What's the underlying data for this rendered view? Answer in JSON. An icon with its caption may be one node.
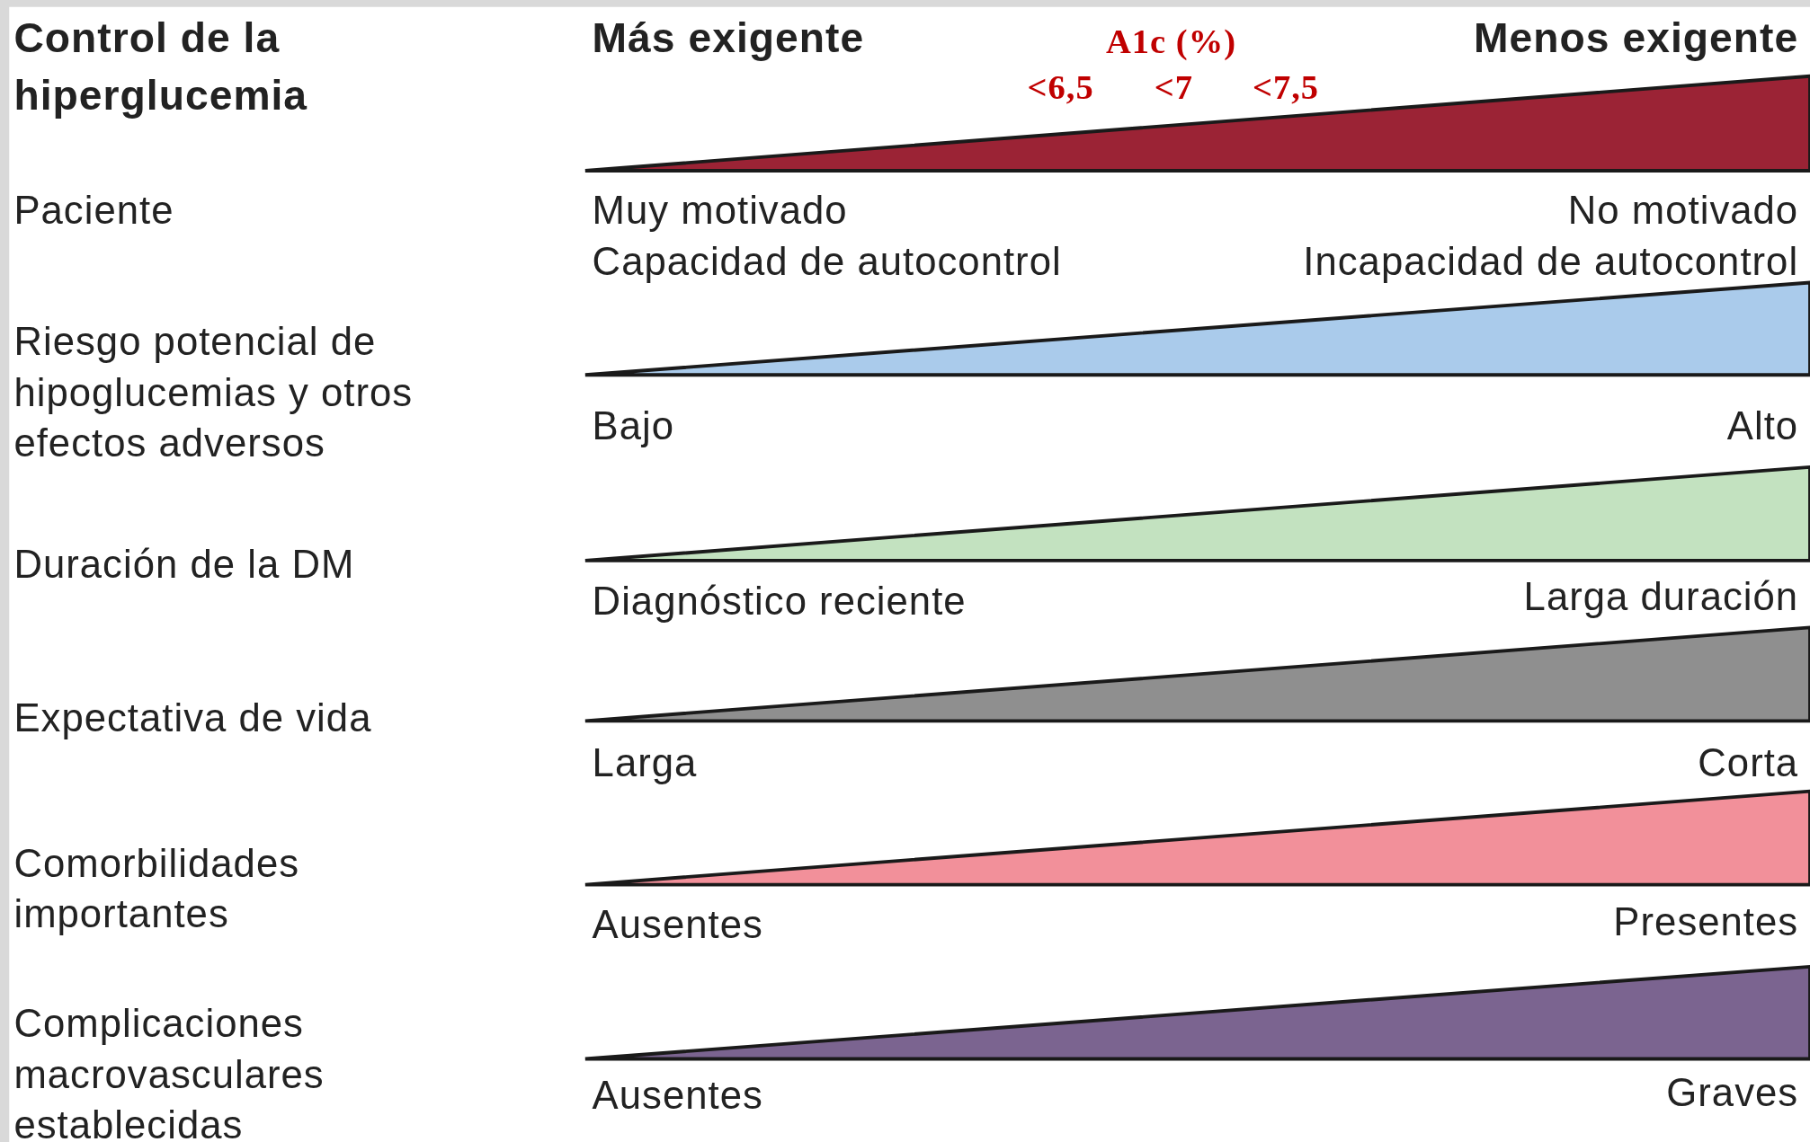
{
  "diagram": {
    "labels": [
      "Control de la hiperglucemia",
      "Más exigente",
      "A1c (%)",
      "Menos exigente",
      "<6,5",
      "<7",
      "<7,5",
      "Paciente",
      "Muy motivado",
      "No motivado",
      "Capacidad de autocontrol",
      "Incapacidad de autocontrol",
      "Riesgo potencial de hipoglucemias y otros efectos adversos",
      "Bajo",
      "Alto",
      "Duración de la DM",
      "Diagnóstico reciente",
      "Larga duración",
      "Expectativa de vida",
      "Larga",
      "Corta",
      "Comorbilidades importantes",
      "Ausentes",
      "Presentes",
      "Complicaciones macrovasculares establecidas",
      "Ausentes",
      "Graves"
    ]
  }
}
